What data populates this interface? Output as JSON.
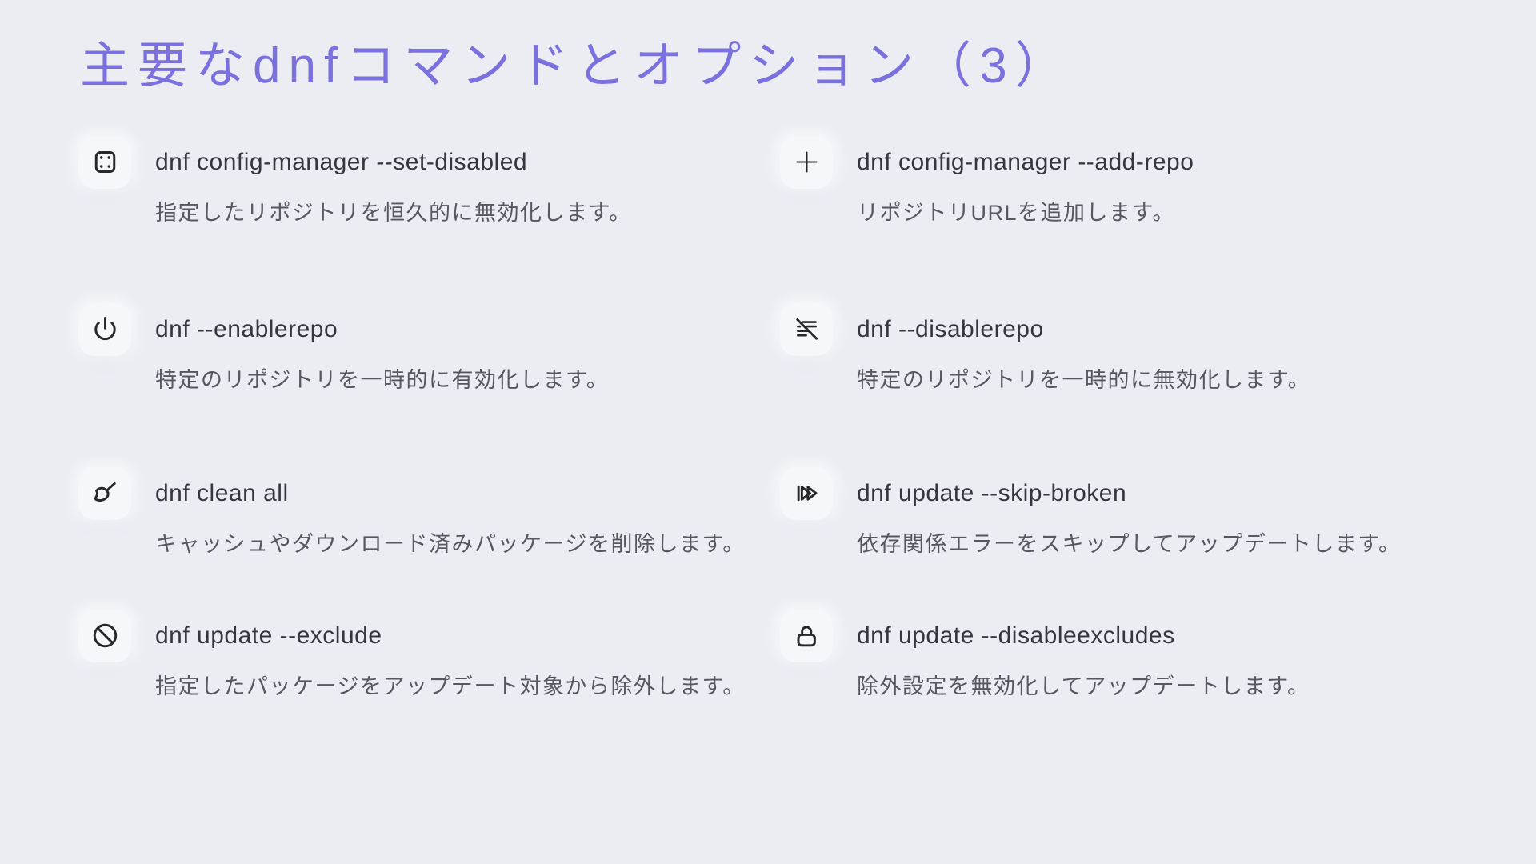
{
  "page": {
    "background_color": "#ecedf3",
    "accent_color": "#7b71de",
    "command_text_color": "#34383e",
    "description_text_color": "#54585f",
    "icon_stroke_color": "#26282c"
  },
  "header": {
    "title": "主要なdnfコマンドとオプション（3）"
  },
  "items": [
    {
      "icon": "selection-frame-icon",
      "command": "dnf config-manager --set-disabled",
      "description": "指定したリポジトリを恒久的に無効化します。"
    },
    {
      "icon": "plus-icon",
      "command": "dnf config-manager --add-repo",
      "description": "リポジトリURLを追加します。"
    },
    {
      "icon": "power-icon",
      "command": "dnf --enablerepo",
      "description": "特定のリポジトリを一時的に有効化します。"
    },
    {
      "icon": "list-strikethrough-icon",
      "command": "dnf --disablerepo",
      "description": "特定のリポジトリを一時的に無効化します。"
    },
    {
      "icon": "broom-icon",
      "command": "dnf clean all",
      "description": "キャッシュやダウンロード済みパッケージを削除します。"
    },
    {
      "icon": "skip-forward-icon",
      "command": "dnf update --skip-broken",
      "description": "依存関係エラーをスキップしてアップデートします。"
    },
    {
      "icon": "ban-icon",
      "command": "dnf update --exclude",
      "description": "指定したパッケージをアップデート対象から除外します。"
    },
    {
      "icon": "unlock-icon",
      "command": "dnf update --disableexcludes",
      "description": "除外設定を無効化してアップデートします。"
    }
  ]
}
